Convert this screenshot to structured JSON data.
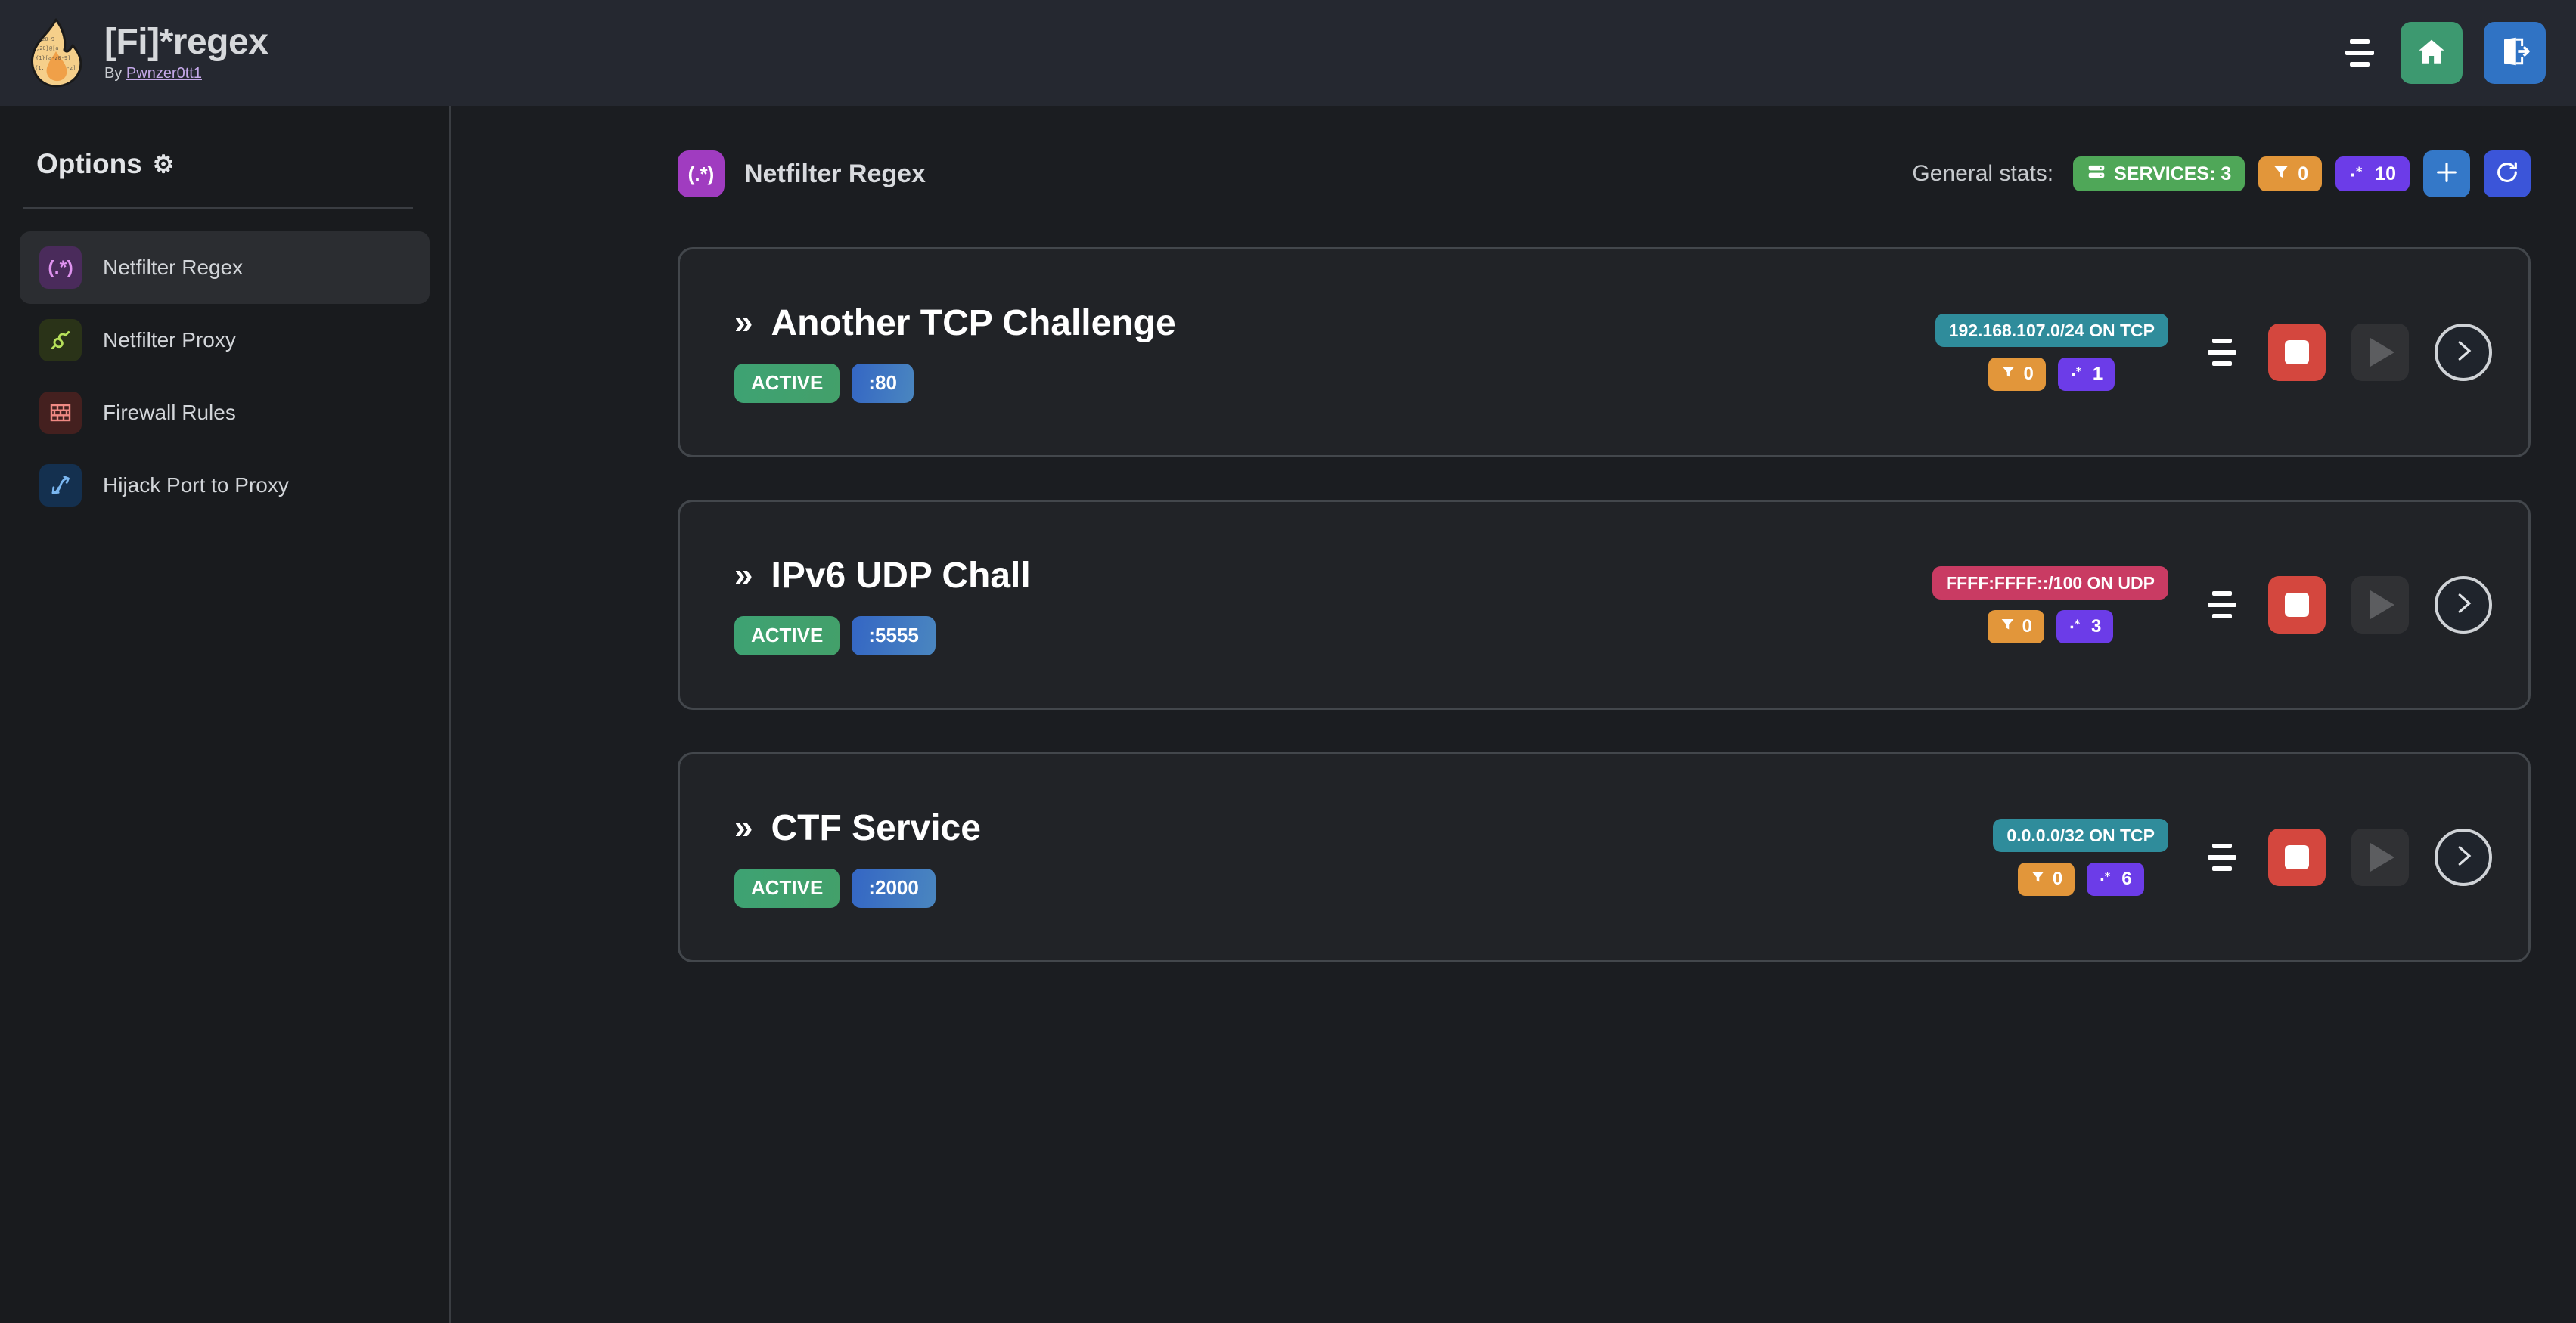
{
  "app": {
    "title": "[Fi]*regex",
    "by_prefix": "By ",
    "author": "Pwnzer0tt1",
    "logo_icon": "flame-regex-logo"
  },
  "topbar": {
    "menu_icon": "hamburger-menu-icon",
    "home_icon": "home-icon",
    "logout_icon": "logout-icon"
  },
  "sidebar": {
    "title": "Options",
    "gear_icon": "⚙",
    "items": [
      {
        "label": "Netfilter Regex",
        "icon": "regex-icon",
        "glyph": "(.*)",
        "active": true
      },
      {
        "label": "Netfilter Proxy",
        "icon": "plug-icon",
        "glyph": "",
        "active": false
      },
      {
        "label": "Firewall Rules",
        "icon": "brick-wall-icon",
        "glyph": "",
        "active": false
      },
      {
        "label": "Hijack Port to Proxy",
        "icon": "fork-arrow-icon",
        "glyph": "",
        "active": false
      }
    ]
  },
  "main": {
    "page_icon_glyph": "(.*)",
    "page_title": "Netfilter Regex",
    "stats_label": "General stats:",
    "stats": {
      "services_label": "SERVICES: 3",
      "services_icon": "server-icon",
      "filters_count": "0",
      "filters_icon": "filter-icon",
      "regexes_count": "10",
      "regexes_icon": "regex-dot-star-icon"
    },
    "add_button_icon": "plus-icon",
    "refresh_button_icon": "refresh-icon"
  },
  "services": [
    {
      "chevron": "»",
      "name": "Another TCP Challenge",
      "status": "ACTIVE",
      "port": ":80",
      "network": "192.168.107.0/24 ON TCP",
      "protocol": "TCP",
      "filters_count": "0",
      "regexes_count": "1",
      "menu_icon": "service-menu-icon",
      "stop_icon": "stop-icon",
      "play_icon": "play-icon",
      "goto_icon": "chevron-right-icon"
    },
    {
      "chevron": "»",
      "name": "IPv6 UDP Chall",
      "status": "ACTIVE",
      "port": ":5555",
      "network": "FFFF:FFFF::/100 ON UDP",
      "protocol": "UDP",
      "filters_count": "0",
      "regexes_count": "3",
      "menu_icon": "service-menu-icon",
      "stop_icon": "stop-icon",
      "play_icon": "play-icon",
      "goto_icon": "chevron-right-icon"
    },
    {
      "chevron": "»",
      "name": "CTF Service",
      "status": "ACTIVE",
      "port": ":2000",
      "network": "0.0.0.0/32 ON TCP",
      "protocol": "TCP",
      "filters_count": "0",
      "regexes_count": "6",
      "menu_icon": "service-menu-icon",
      "stop_icon": "stop-icon",
      "play_icon": "play-icon",
      "goto_icon": "chevron-right-icon"
    }
  ],
  "colors": {
    "bg": "#1b1d21",
    "topbar": "#252830",
    "sidebar": "#191b1e",
    "card_bg": "#212327",
    "card_border": "#43474c",
    "accent_purple": "#6c3ce8",
    "accent_green": "#4fa758",
    "accent_orange": "#e2963a",
    "net_tcp": "#2f8c9b",
    "net_udp": "#c93b63",
    "stop_red": "#d4473e",
    "home_green": "#3d9970",
    "logout_blue": "#3073c4"
  }
}
